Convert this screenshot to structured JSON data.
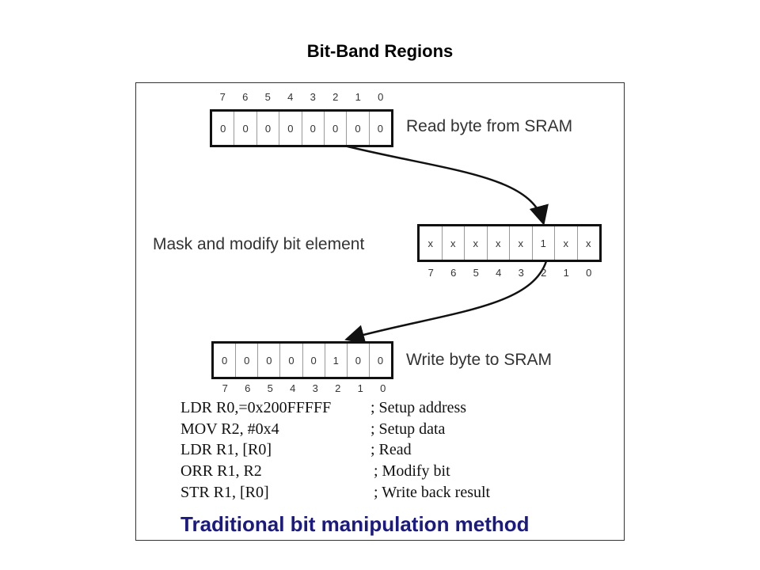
{
  "slide_title": "Bit-Band Regions",
  "bit_indices": [
    "7",
    "6",
    "5",
    "4",
    "3",
    "2",
    "1",
    "0"
  ],
  "read_byte": {
    "label": "Read byte from SRAM",
    "cells": [
      "0",
      "0",
      "0",
      "0",
      "0",
      "0",
      "0",
      "0"
    ]
  },
  "mask_byte": {
    "label": "Mask and modify bit element",
    "cells": [
      "x",
      "x",
      "x",
      "x",
      "x",
      "1",
      "x",
      "x"
    ]
  },
  "write_byte": {
    "label": "Write byte to SRAM",
    "cells": [
      "0",
      "0",
      "0",
      "0",
      "0",
      "1",
      "0",
      "0"
    ]
  },
  "code": [
    {
      "instr": "LDR R0,=0x200FFFFF",
      "comment": "; Setup address"
    },
    {
      "instr": "MOV R2, #0x4",
      "comment": "; Setup data"
    },
    {
      "instr": "LDR R1, [R0]",
      "comment": "; Read"
    },
    {
      "instr": "ORR R1, R2",
      "comment": "; Modify bit"
    },
    {
      "instr": "STR R1, [R0]",
      "comment": "; Write back result"
    }
  ],
  "footer": "Traditional bit manipulation method"
}
